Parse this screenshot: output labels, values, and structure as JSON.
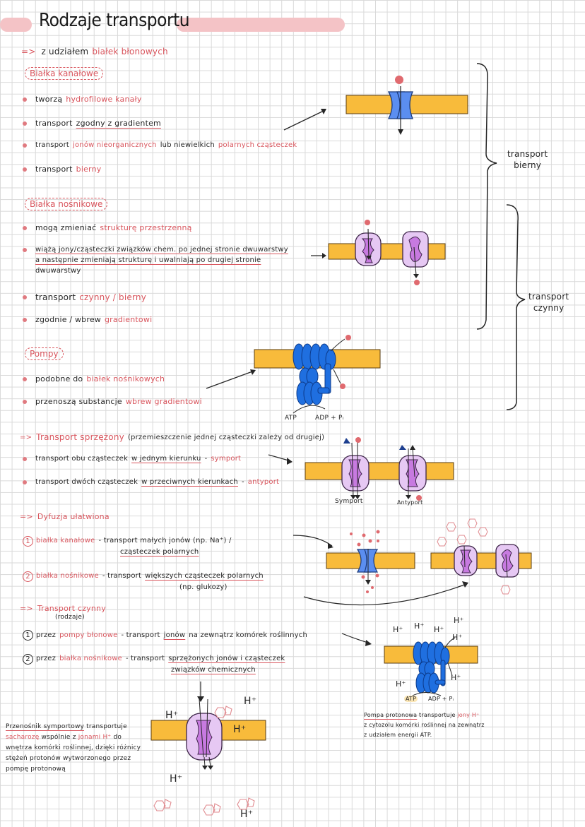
{
  "page": {
    "title": "Rodzaje transportu",
    "intro": {
      "arrow": "=>",
      "text": "z udziałem",
      "highlight": "białek błonowych"
    }
  },
  "channels": {
    "heading": "Białka kanałowe",
    "items": [
      {
        "text": "tworzą",
        "highlight": "hydrofilowe kanały"
      },
      {
        "text": "transport",
        "underline": "zgodny z gradientem"
      },
      {
        "text": "transport",
        "highlight": "jonów nieorganicznych",
        "text2": "lub niewielkich",
        "highlight2": "polarnych cząsteczek"
      },
      {
        "text": "transport",
        "highlight": "bierny"
      }
    ]
  },
  "carriers": {
    "heading": "Białka nośnikowe",
    "items": [
      {
        "text": "mogą zmieniać",
        "highlight": "strukturę przestrzenną"
      },
      {
        "line1": "wiążą jony/cząsteczki związków chem. po jednej stronie dwuwarstwy",
        "line2": "a następnie zmieniają strukturę i uwalniają po drugiej stronie",
        "line3": "dwuwarstwy"
      },
      {
        "text": "transport",
        "highlight": "czynny / bierny"
      },
      {
        "text": "zgodnie / wbrew",
        "highlight": "gradientowi"
      }
    ]
  },
  "pumps": {
    "heading": "Pompy",
    "items": [
      {
        "text": "podobne do",
        "highlight": "białek nośnikowych"
      },
      {
        "text": "przenoszą substancje",
        "highlight": "wbrew gradientowi"
      }
    ],
    "atp_label": "ATP",
    "adp_label": "ADP + Pᵢ"
  },
  "coupled": {
    "arrow": "=>",
    "heading": "Transport sprzężony",
    "note": "(przemieszczenie jednej cząsteczki zależy od drugiej)",
    "items": [
      {
        "text": "transport obu cząsteczek",
        "underline": "w jednym kierunku",
        "dash": "-",
        "highlight": "symport"
      },
      {
        "text": "transport dwóch cząsteczek",
        "underline": "w przeciwnych kierunkach",
        "dash": "-",
        "highlight": "antyport"
      }
    ],
    "symport_label": "Symport",
    "antiport_label": "Antyport"
  },
  "diffusion": {
    "arrow": "=>",
    "heading": "Dyfuzja ułatwiona",
    "items": [
      {
        "num": "1",
        "label": "białka kanałowe",
        "text": "- transport małych jonów (np. Na⁺) /",
        "underline": "małych",
        "line2": "cząsteczek polarnych"
      },
      {
        "num": "2",
        "label": "białka nośnikowe",
        "text": "- transport",
        "underline": "większych cząsteczek polarnych",
        "line2": "(np. glukozy)"
      }
    ]
  },
  "active": {
    "arrow": "=>",
    "heading": "Transport czynny",
    "sub": "(rodzaje)",
    "items": [
      {
        "num": "1",
        "pre": "przez",
        "label": "pompy błonowe",
        "text": "- transport",
        "underline": "jonów",
        "text2": "na zewnątrz komórek roślinnych"
      },
      {
        "num": "2",
        "pre": "przez",
        "label": "białka nośnikowe",
        "text": "- transport",
        "underline": "sprzężonych jonów i cząsteczek",
        "line2": "związków chemicznych"
      }
    ],
    "proton_labels": [
      "H⁺",
      "H⁺",
      "H⁺",
      "H⁺",
      "H⁺",
      "H⁺",
      "H⁺"
    ],
    "atp_label": "ATP",
    "adp_label": "ADP + Pᵢ",
    "pump_note": {
      "underline": "Pompa protonowa",
      "text": "transportuje",
      "highlight": "jony H⁺",
      "line2": "z cytozolu komórki roślinnej na zewnątrz",
      "line3": "z udziałem energii ATP."
    }
  },
  "symporter_note": {
    "underline": "Przenośnik symportowy",
    "text": "transportuje",
    "highlight": "sacharozę",
    "text2": "wspólnie z",
    "highlight2": "jonami H⁺",
    "text3": "do",
    "rest": "wnętrza komórki roślinnej, dzięki różnicy stężeń protonów wytworzonego przez pompę protonową",
    "proton": "H⁺"
  },
  "braces": {
    "passive": "transport bierny",
    "passive_l1": "transport",
    "passive_l2": "bierny",
    "active_l1": "transport",
    "active_l2": "czynny"
  },
  "colors": {
    "accent_red": "#d9565e",
    "highlight_pink": "#f4c3c6",
    "membrane": "#f8bb3b",
    "channel_blue": "#5b8ef0",
    "pump_blue": "#1f6fe0",
    "carrier_purple": "#e6c8f3",
    "carrier_inner": "#c77ae0"
  }
}
